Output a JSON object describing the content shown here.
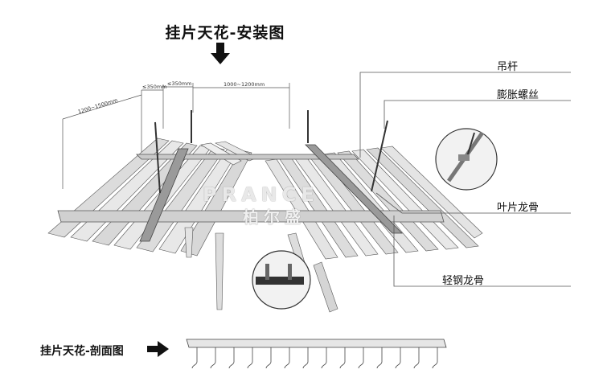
{
  "title": "挂片天花-安装图",
  "section_title": "挂片天花-剖面图",
  "callouts": {
    "hanger_rod": "吊杆",
    "expansion_bolt": "膨胀螺丝",
    "blade_keel": "叶片龙骨",
    "light_steel_keel": "轻钢龙骨"
  },
  "dimensions": {
    "d1": "1200~1500mm",
    "d2": "≤350mm",
    "d3": "≤350mm",
    "d4": "1000~1200mm"
  },
  "watermark": {
    "brand": "PRANCE",
    "cn": "柏尔盛"
  },
  "colors": {
    "panel_fill": "#e6e6e6",
    "panel_dark": "#b5b5b5",
    "stroke": "#444444",
    "keel": "#8a8a8a"
  }
}
